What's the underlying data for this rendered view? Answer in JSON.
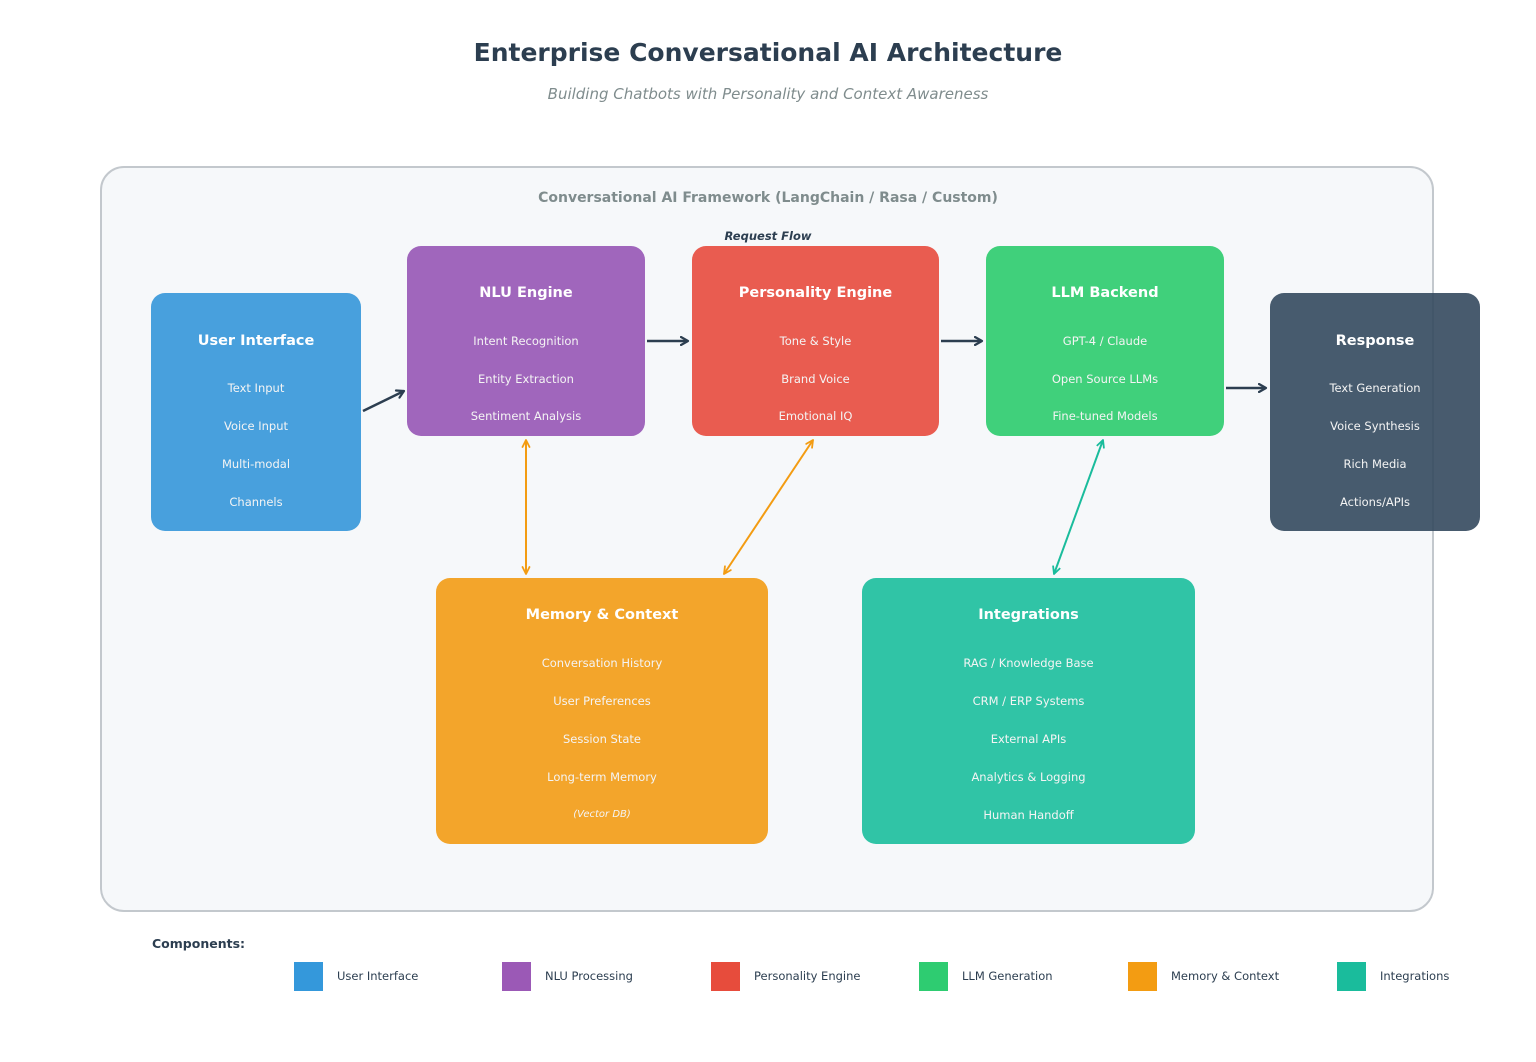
{
  "title": "Enterprise Conversational AI Architecture",
  "subtitle": "Building Chatbots with Personality and Context Awareness",
  "framework": {
    "title": "Conversational AI Framework (LangChain / Rasa / Custom)",
    "flow_label": "Request Flow"
  },
  "components": {
    "ui": {
      "title": "User Interface",
      "items": [
        "Text Input",
        "Voice Input",
        "Multi-modal",
        "Channels"
      ],
      "color": "#3498db"
    },
    "nlu": {
      "title": "NLU Engine",
      "items": [
        "Intent Recognition",
        "Entity Extraction",
        "Sentiment Analysis"
      ],
      "color": "#9b59b6"
    },
    "personality": {
      "title": "Personality Engine",
      "items": [
        "Tone & Style",
        "Brand Voice",
        "Emotional IQ"
      ],
      "color": "#e74c3c"
    },
    "llm": {
      "title": "LLM Backend",
      "items": [
        "GPT-4 / Claude",
        "Open Source LLMs",
        "Fine-tuned Models"
      ],
      "color": "#2ecc71"
    },
    "response": {
      "title": "Response",
      "items": [
        "Text Generation",
        "Voice Synthesis",
        "Rich Media",
        "Actions/APIs"
      ],
      "color": "#34495e"
    },
    "memory": {
      "title": "Memory & Context",
      "items": [
        "Conversation History",
        "User Preferences",
        "Session State",
        "Long-term Memory"
      ],
      "note": "(Vector DB)",
      "color": "#f39c12"
    },
    "integrations": {
      "title": "Integrations",
      "items": [
        "RAG / Knowledge Base",
        "CRM / ERP Systems",
        "External APIs",
        "Analytics & Logging",
        "Human Handoff"
      ],
      "color": "#1abc9c"
    }
  },
  "legend": {
    "title": "Components:",
    "items": [
      {
        "label": "User Interface",
        "color": "#3498db"
      },
      {
        "label": "NLU Processing",
        "color": "#9b59b6"
      },
      {
        "label": "Personality Engine",
        "color": "#e74c3c"
      },
      {
        "label": "LLM Generation",
        "color": "#2ecc71"
      },
      {
        "label": "Memory & Context",
        "color": "#f39c12"
      },
      {
        "label": "Integrations",
        "color": "#1abc9c"
      }
    ]
  },
  "connections": [
    {
      "from": "User Interface",
      "to": "NLU Engine",
      "direction": "one-way",
      "color": "#2c3e50"
    },
    {
      "from": "NLU Engine",
      "to": "Personality Engine",
      "direction": "one-way",
      "color": "#2c3e50"
    },
    {
      "from": "Personality Engine",
      "to": "LLM Backend",
      "direction": "one-way",
      "color": "#2c3e50"
    },
    {
      "from": "LLM Backend",
      "to": "Response",
      "direction": "one-way",
      "color": "#2c3e50"
    },
    {
      "from": "NLU Engine",
      "to": "Memory & Context",
      "direction": "two-way",
      "color": "#f39c12"
    },
    {
      "from": "Personality Engine",
      "to": "Memory & Context",
      "direction": "two-way",
      "color": "#f39c12"
    },
    {
      "from": "LLM Backend",
      "to": "Integrations",
      "direction": "two-way",
      "color": "#1abc9c"
    }
  ]
}
